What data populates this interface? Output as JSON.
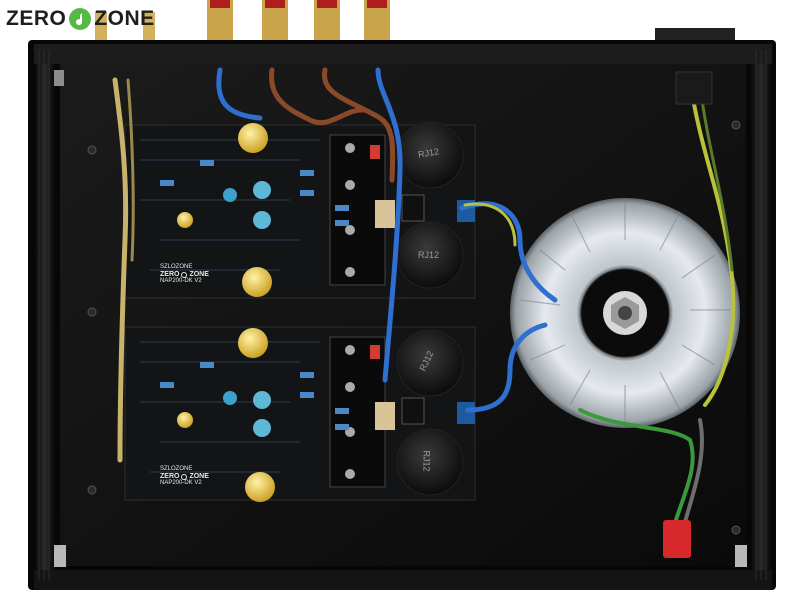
{
  "watermark": {
    "word_left": "ZERO",
    "word_right": "ZONE",
    "mark_icon": "music-note-circle-icon",
    "mark_color": "#56b947"
  },
  "boards": [
    {
      "brand_top": "SZLOZONE",
      "brand_left": "ZERO",
      "brand_right": "ZONE",
      "model": "NAP200-DK V2"
    },
    {
      "brand_top": "SZLOZONE",
      "brand_left": "ZERO",
      "brand_right": "ZONE",
      "model": "NAP200-DK V2"
    }
  ],
  "capacitor_labels": [
    "RJ12",
    "RJ12",
    "RJ12",
    "RJ12"
  ],
  "colors": {
    "chassis": "#0c0c0c",
    "pcb": "#111315",
    "wire_blue": "#2f6fd0",
    "wire_brown": "#8a4a2a",
    "wire_yellow_green": "#b9c23a",
    "wire_red": "#d7282c",
    "toroid_wrap": "#d8dde2"
  }
}
